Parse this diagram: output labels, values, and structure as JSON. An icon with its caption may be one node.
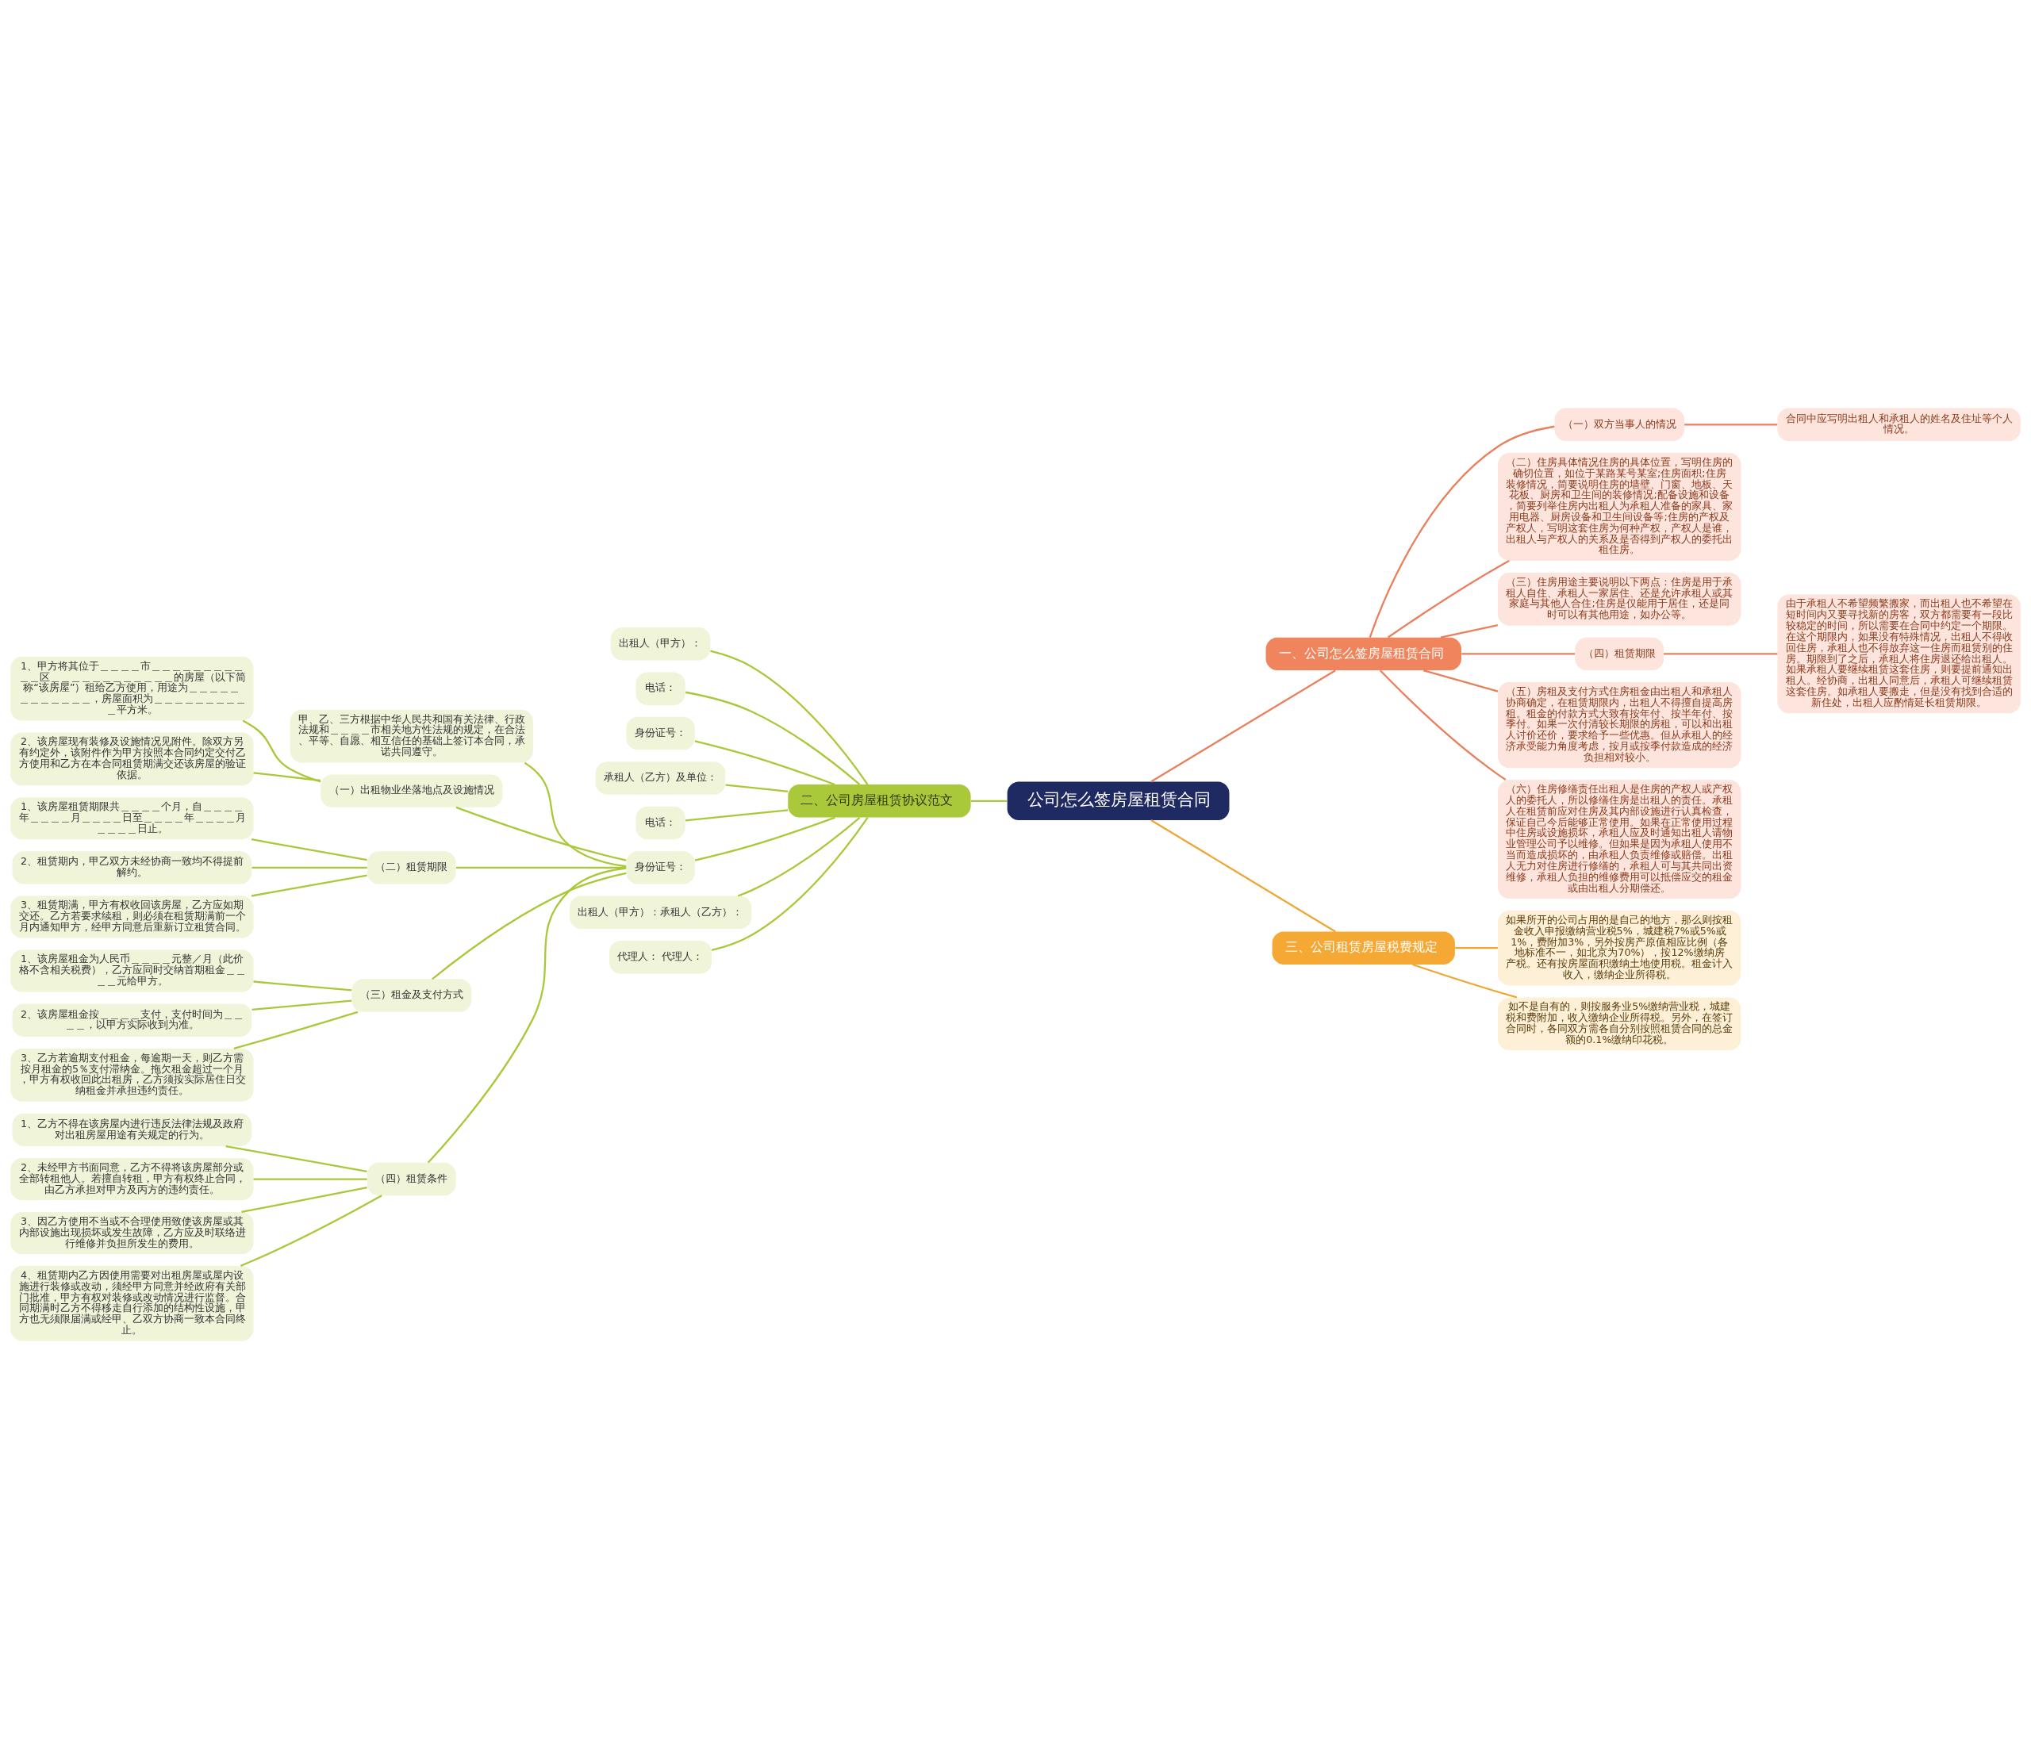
{
  "diagram": {
    "nodes": [
      {
        "text": [
          "公司怎么签房屋租赁合同"
        ]
      },
      {
        "text": [
          "一、公司怎么签房屋租赁合同"
        ]
      },
      {
        "text": [
          "（一）双方当事人的情况"
        ]
      },
      {
        "text": [
          "合同中应写明出租人和承租人的姓名及住址等个人情况。"
        ]
      },
      {
        "text": [
          "（二）住房具体情况住房的具体位置，写明住房的确切位置，如位于某路某号某室;住房面积;住房装修情况，简要说明住房的墙壁、门窗、地板、天花板、厨房和卫生间的装修情况;配备设施和设备，简要列举住房内出租人为承租人准备的家具、家用电器、厨房设备和卫生间设备等;住房的产权及产权人，写明这套住房为何种产权，产权人是谁，出租人与产权人的关系及是否得到产权人的委托出租住房。"
        ]
      },
      {
        "text": [
          "（三）住房用途主要说明以下两点：住房是用于承租人自住、承租人一家居住、还是允许承租人或其家庭与其他人合住;住房是仅能用于居住，还是同时可以有其他用途，如办公等。"
        ]
      },
      {
        "text": [
          "（四）租赁期限"
        ]
      },
      {
        "text": [
          "由于承租人不希望频繁搬家，而出租人也不希望在短时间内又要寻找新的房客，双方都需要有一段比较稳定的时间，所以需要在合同中约定一个期限。在这个期限内，如果没有特殊情况，出租人不得收回住房，承租人也不得放弃这一住房而租赁别的住房。期限到了之后，承租人将住房退还给出租人。如果承租人要继续租赁这套住房，则要提前通知出租人。经协商，出租人同意后，承租人可继续租赁这套住房。如承租人要搬走，但是没有找到合适的新住处，出租人应酌情延长租赁期限。"
        ]
      },
      {
        "text": [
          "（五）房租及支付方式住房租金由出租人和承租人协商确定，在租赁期限内，出租人不得擅自提高房租。租金的付款方式大致有按年付、按半年付、按季付。如果一次付清较长期限的房租，可以和出租人讨价还价，要求给予一些优惠。但从承租人的经济承受能力角度考虑，按月或按季付款造成的经济负担相对较小。"
        ]
      },
      {
        "text": [
          "（六）住房修缮责任出租人是住房的产权人或产权人的委托人，所以修缮住房是出租人的责任。承租人在租赁前应对住房及其内部设施进行认真检查，保证自己今后能够正常使用。如果在正常使用过程中住房或设施损坏，承租人应及时通知出租人请物业管理公司予以维修。但如果是因为承租人使用不当而造成损坏的，由承租人负责维修或赔偿。出租人无力对住房进行修缮的，承租人可与其共同出资维修，承租人负担的维修费用可以抵偿应交的租金或由出租人分期偿还。"
        ]
      },
      {
        "text": [
          "二、公司房屋租赁协议范文"
        ]
      },
      {
        "text": [
          "出租人（甲方）："
        ]
      },
      {
        "text": [
          "电话："
        ]
      },
      {
        "text": [
          "身份证号："
        ]
      },
      {
        "text": [
          "承租人（乙方）及单位："
        ]
      },
      {
        "text": [
          "电话："
        ]
      },
      {
        "text": [
          "身份证号："
        ]
      },
      {
        "text": [
          "甲、乙、三方根据中华人民共和国有关法律、行政法规和＿＿＿＿市相关地方性法规的规定，在合法、平等、自愿、相互信任的基础上签订本合同，承诺共同遵守。"
        ]
      },
      {
        "text": [
          "（一）出租物业坐落地点及设施情况"
        ]
      },
      {
        "text": [
          "1、甲方将其位于＿＿＿＿市＿＿＿＿＿＿＿＿＿＿＿区＿＿＿＿＿＿＿＿＿＿＿＿的房屋（以下简称“该房屋”）租给乙方使用，用途为＿＿＿＿＿＿＿＿＿＿＿＿，房屋面积为＿＿＿＿＿＿＿＿＿＿平方米。"
        ]
      },
      {
        "text": [
          "2、该房屋现有装修及设施情况见附件。除双方另有约定外，该附件作为甲方按照本合同约定交付乙方使用和乙方在本合同租赁期满交还该房屋的验证依据。"
        ]
      },
      {
        "text": [
          "（二）租赁期限"
        ]
      },
      {
        "text": [
          "1、该房屋租赁期限共＿＿＿＿个月，自＿＿＿＿年＿＿＿＿月＿＿＿＿日至＿＿＿＿年＿＿＿＿月＿＿＿＿日止。"
        ]
      },
      {
        "text": [
          "2、租赁期内，甲乙双方未经协商一致均不得提前解约。"
        ]
      },
      {
        "text": [
          "3、租赁期满，甲方有权收回该房屋，乙方应如期交还。乙方若要求续租，则必须在租赁期满前一个月内通知甲方，经甲方同意后重新订立租赁合同。"
        ]
      },
      {
        "text": [
          "（三）租金及支付方式"
        ]
      },
      {
        "text": [
          "1、该房屋租金为人民币＿＿＿＿元整／月（此价格不含相关税费），乙方应同时交纳首期租金＿＿＿＿元给甲方。"
        ]
      },
      {
        "text": [
          "2、该房屋租金按＿＿＿＿支付，支付时间为＿＿＿＿，以甲方实际收到为准。"
        ]
      },
      {
        "text": [
          "3、乙方若逾期支付租金，每逾期一天，则乙方需按月租金的5％支付滞纳金。拖欠租金超过一个月，甲方有权收回此出租房，乙方须按实际居住日交纳租金并承担违约责任。"
        ]
      },
      {
        "text": [
          "（四）租赁条件"
        ]
      },
      {
        "text": [
          "1、乙方不得在该房屋内进行违反法律法规及政府对出租房屋用途有关规定的行为。"
        ]
      },
      {
        "text": [
          "2、未经甲方书面同意，乙方不得将该房屋部分或全部转租他人。若擅自转租，甲方有权终止合同，由乙方承担对甲方及丙方的违约责任。"
        ]
      },
      {
        "text": [
          "3、因乙方使用不当或不合理使用致使该房屋或其内部设施出现损坏或发生故障，乙方应及时联络进行维修并负担所发生的费用。"
        ]
      },
      {
        "text": [
          "4、租赁期内乙方因使用需要对出租房屋或屋内设施进行装修或改动，须经甲方同意并经政府有关部门批准，甲方有权对装修或改动情况进行监督。合同期满时乙方不得移走自行添加的结构性设施，甲方也无须限届满或经甲、乙双方协商一致本合同终止。"
        ]
      },
      {
        "text": [
          "出租人（甲方）：承租人（乙方）："
        ]
      },
      {
        "text": [
          "代理人： 代理人："
        ]
      },
      {
        "text": [
          "三、公司租赁房屋税费规定"
        ]
      },
      {
        "text": [
          "如果所开的公司占用的是自己的地方，那么则按租金收入申报缴纳营业税5%，城建税7%或5%或1%，费附加3%，另外按房产原值相应比例（各地标准不一，如北京为70%），按12%缴纳房产税。还有按房屋面积缴纳土地使用税。租金计入收入，缴纳企业所得税。"
        ]
      },
      {
        "text": [
          "如不是自有的，则按服务业5%缴纳营业税，城建税和费附加，收入缴纳企业所得税。另外，在签订合同时，各同双方需各自分别按照租赁合同的总金额的0.1%缴纳印花税。"
        ]
      }
    ],
    "edges": [
      {
        "from": 0,
        "to": 1,
        "arrow": "none",
        "color": "#e8805e"
      },
      {
        "from": 1,
        "to": 2,
        "arrow": "none",
        "color": "#e8805e"
      },
      {
        "from": 2,
        "to": 3,
        "arrow": "none",
        "color": "#e8805e"
      },
      {
        "from": 1,
        "to": 4,
        "arrow": "none",
        "color": "#e8805e"
      },
      {
        "from": 1,
        "to": 5,
        "arrow": "none",
        "color": "#e8805e"
      },
      {
        "from": 1,
        "to": 6,
        "arrow": "none",
        "color": "#e8805e"
      },
      {
        "from": 6,
        "to": 7,
        "arrow": "none",
        "color": "#e8805e"
      },
      {
        "from": 1,
        "to": 8,
        "arrow": "none",
        "color": "#e8805e"
      },
      {
        "from": 1,
        "to": 9,
        "arrow": "none",
        "color": "#e8805e"
      },
      {
        "from": 0,
        "to": 10,
        "arrow": "none"
      },
      {
        "from": 10,
        "to": 11,
        "arrow": "none"
      },
      {
        "from": 10,
        "to": 12,
        "arrow": "none"
      },
      {
        "from": 10,
        "to": 13,
        "arrow": "none"
      },
      {
        "from": 10,
        "to": 14,
        "arrow": "none"
      },
      {
        "from": 10,
        "to": 15,
        "arrow": "none"
      },
      {
        "from": 10,
        "to": 16,
        "arrow": "none"
      },
      {
        "from": 16,
        "to": 17,
        "arrow": "none"
      },
      {
        "from": 16,
        "to": 18,
        "arrow": "none"
      },
      {
        "from": 18,
        "to": 19,
        "arrow": "none"
      },
      {
        "from": 18,
        "to": 20,
        "arrow": "none"
      },
      {
        "from": 16,
        "to": 21,
        "arrow": "none"
      },
      {
        "from": 21,
        "to": 22,
        "arrow": "none"
      },
      {
        "from": 21,
        "to": 23,
        "arrow": "none"
      },
      {
        "from": 21,
        "to": 24,
        "arrow": "none"
      },
      {
        "from": 16,
        "to": 25,
        "arrow": "none"
      },
      {
        "from": 25,
        "to": 26,
        "arrow": "none"
      },
      {
        "from": 25,
        "to": 27,
        "arrow": "none"
      },
      {
        "from": 25,
        "to": 28,
        "arrow": "none"
      },
      {
        "from": 16,
        "to": 29,
        "arrow": "none"
      },
      {
        "from": 29,
        "to": 30,
        "arrow": "none"
      },
      {
        "from": 29,
        "to": 31,
        "arrow": "none"
      },
      {
        "from": 29,
        "to": 32,
        "arrow": "none"
      },
      {
        "from": 29,
        "to": 33,
        "arrow": "none"
      },
      {
        "from": 10,
        "to": 34,
        "arrow": "none"
      },
      {
        "from": 10,
        "to": 35,
        "arrow": "none"
      },
      {
        "from": 0,
        "to": 36,
        "arrow": "none",
        "color": "#f0a633"
      },
      {
        "from": 36,
        "to": 37,
        "arrow": "none",
        "color": "#f0a633"
      },
      {
        "from": 36,
        "to": 38,
        "arrow": "none",
        "color": "#f0a633"
      }
    ]
  }
}
